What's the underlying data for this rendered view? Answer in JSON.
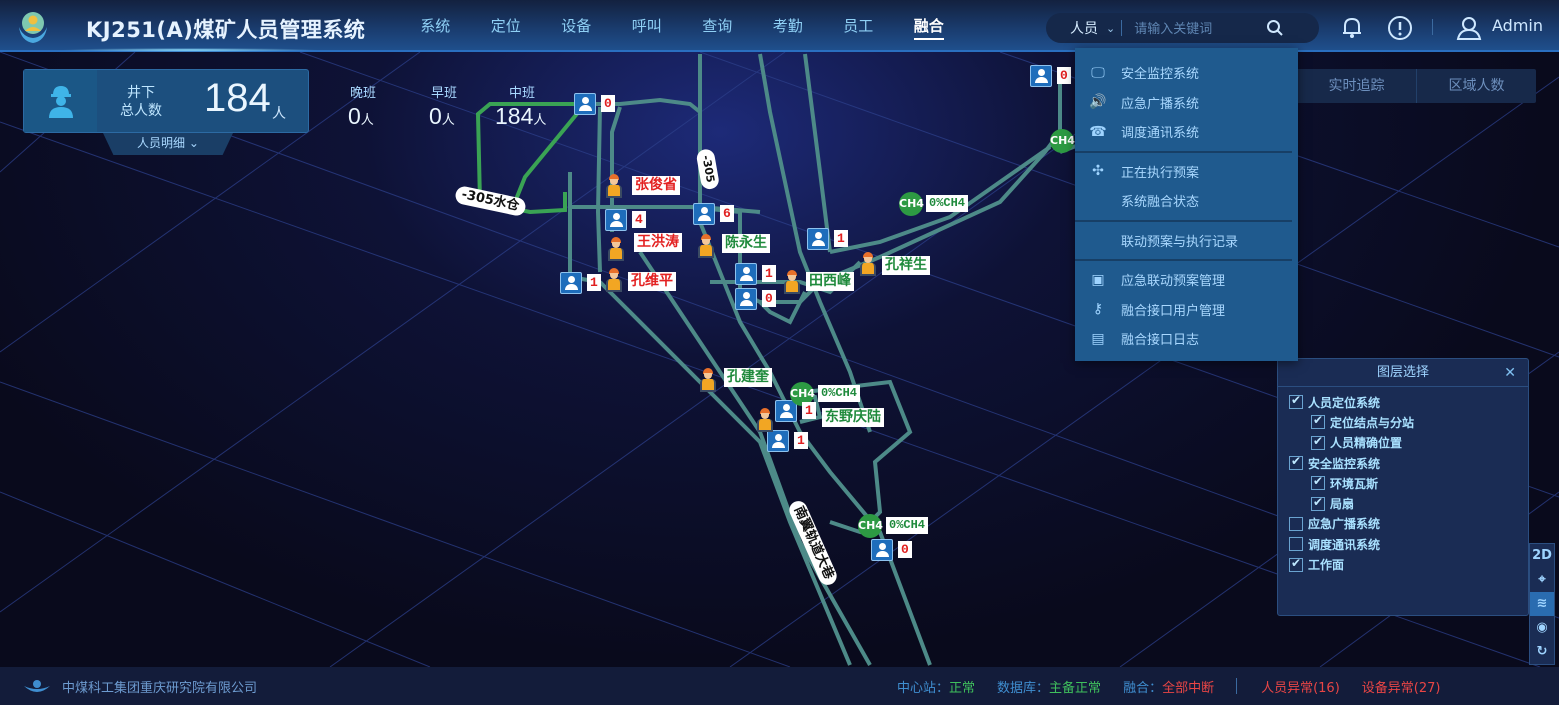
{
  "header": {
    "title": "KJ251(A)煤矿人员管理系统",
    "nav": [
      "系统",
      "定位",
      "设备",
      "呼叫",
      "查询",
      "考勤",
      "员工",
      "融合"
    ],
    "active_nav": "融合",
    "search_category": "人员",
    "search_placeholder": "请输入关键词",
    "search_value": "",
    "user": "Admin"
  },
  "summary": {
    "label_line1": "井下",
    "label_line2": "总人数",
    "total": "184",
    "unit": "人",
    "detail_tab": "人员明细",
    "shifts": [
      {
        "name": "晚班",
        "value": "0",
        "unit": "人"
      },
      {
        "name": "早班",
        "value": "0",
        "unit": "人"
      },
      {
        "name": "中班",
        "value": "184",
        "unit": "人"
      }
    ]
  },
  "right_tabs": [
    "实时追踪",
    "区域人数"
  ],
  "map": {
    "stations": [
      "0",
      "0",
      "4",
      "6",
      "1",
      "1",
      "1",
      "0",
      "1",
      "1",
      "0"
    ],
    "people": [
      {
        "name": "张俊省",
        "color": "red"
      },
      {
        "name": "王洪涛",
        "color": "red"
      },
      {
        "name": "陈永生",
        "color": "green"
      },
      {
        "name": "田西峰",
        "color": "green"
      },
      {
        "name": "孔祥生",
        "color": "green"
      },
      {
        "name": "孔维平",
        "color": "red"
      },
      {
        "name": "孔建奎",
        "color": "green"
      },
      {
        "name": "东野庆陆",
        "color": "green"
      }
    ],
    "gas_sensors": [
      {
        "badge": "CH4",
        "reading": "0%CH4"
      },
      {
        "badge": "CH4",
        "reading": "0%CH4"
      },
      {
        "badge": "CH4",
        "reading": "0%CH4"
      },
      {
        "badge": "CH4",
        "reading": ""
      }
    ],
    "tunnel_labels": [
      "-305水仓",
      "南翼轨道大巷",
      "-305"
    ]
  },
  "dropdown": {
    "groups": [
      [
        {
          "icon": "monitor-icon",
          "label": "安全监控系统"
        },
        {
          "icon": "speaker-icon",
          "label": "应急广播系统"
        },
        {
          "icon": "phone-icon",
          "label": "调度通讯系统"
        }
      ],
      [
        {
          "icon": "network-icon",
          "label": "正在执行预案"
        },
        {
          "icon": "",
          "label": "系统融合状态"
        }
      ],
      [
        {
          "icon": "",
          "label": "联动预案与执行记录"
        }
      ],
      [
        {
          "icon": "plan-icon",
          "label": "应急联动预案管理"
        },
        {
          "icon": "user-key-icon",
          "label": "融合接口用户管理"
        },
        {
          "icon": "log-icon",
          "label": "融合接口日志"
        }
      ]
    ]
  },
  "layers": {
    "title": "图层选择",
    "items": [
      {
        "label": "人员定位系统",
        "checked": true,
        "level": 0
      },
      {
        "label": "定位结点与分站",
        "checked": true,
        "level": 1
      },
      {
        "label": "人员精确位置",
        "checked": true,
        "level": 1
      },
      {
        "label": "安全监控系统",
        "checked": true,
        "level": 0
      },
      {
        "label": "环境瓦斯",
        "checked": true,
        "level": 1
      },
      {
        "label": "局扇",
        "checked": true,
        "level": 1
      },
      {
        "label": "应急广播系统",
        "checked": false,
        "level": 0
      },
      {
        "label": "调度通讯系统",
        "checked": false,
        "level": 0
      },
      {
        "label": "工作面",
        "checked": true,
        "level": 0
      }
    ]
  },
  "side_tools": [
    "2D"
  ],
  "footer": {
    "company": "中煤科工集团重庆研究院有限公司",
    "center_label": "中心站：",
    "center_value": "正常",
    "db_label": "数据库：",
    "db_value": "主备正常",
    "fusion_label": "融合：",
    "fusion_value": "全部中断",
    "person_alarm": "人员异常(16)",
    "device_alarm": "设备异常(27)"
  }
}
